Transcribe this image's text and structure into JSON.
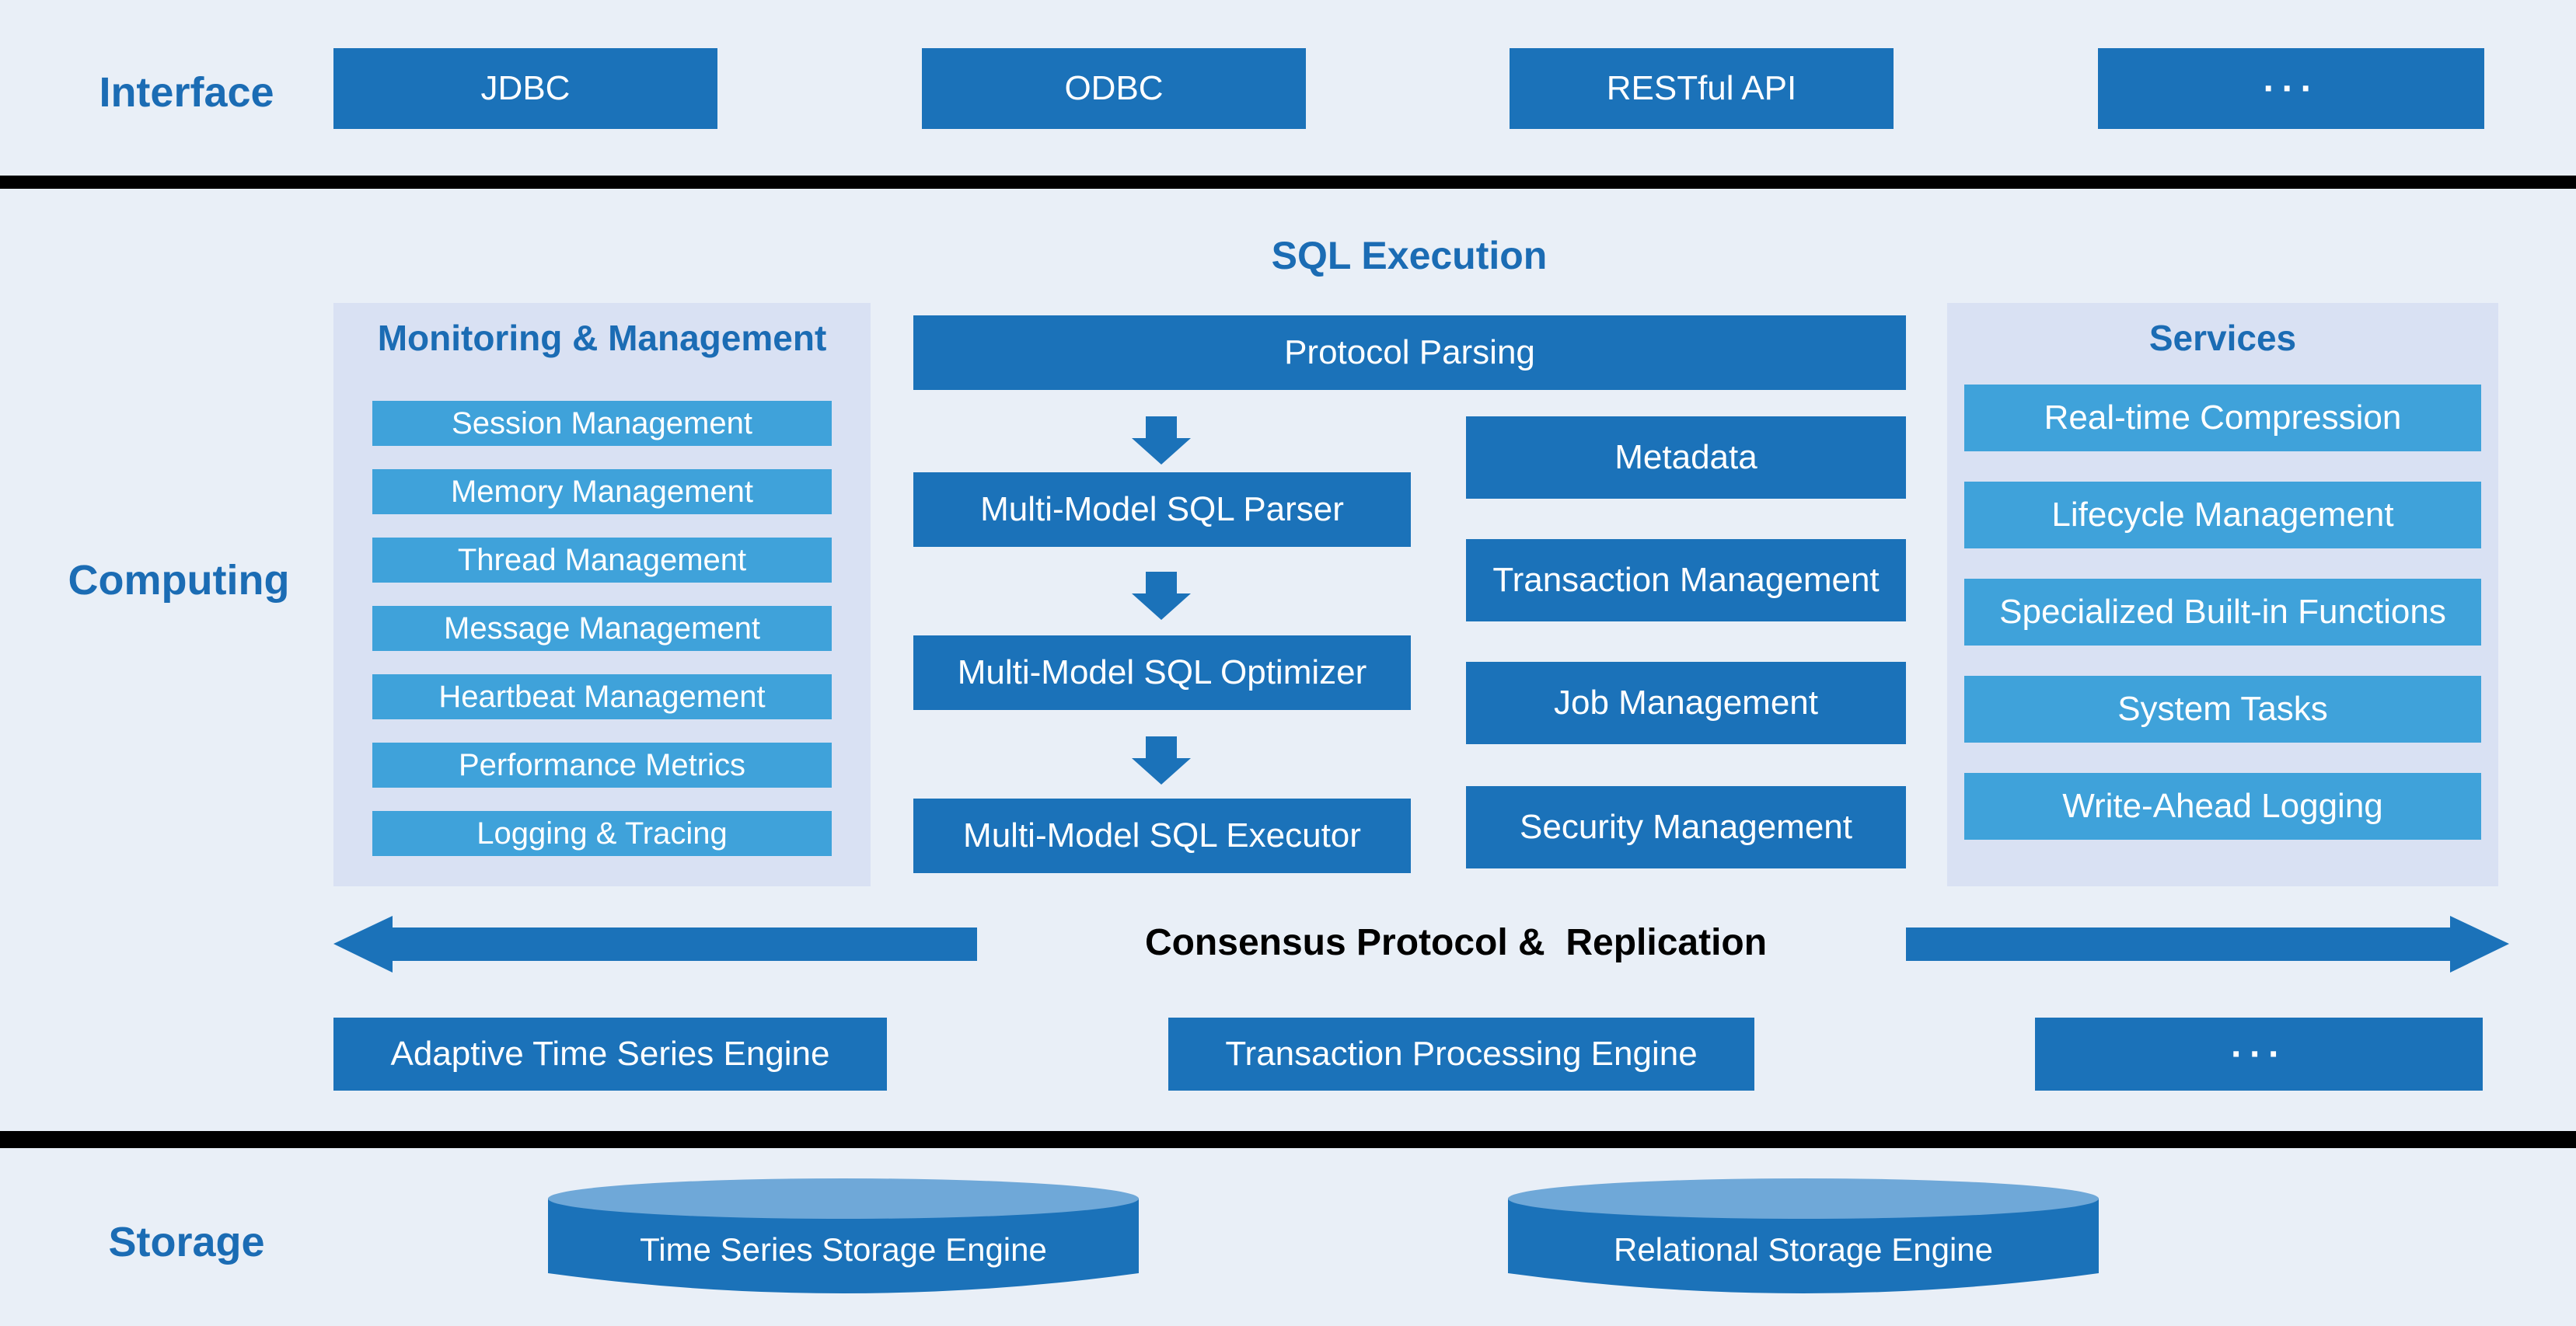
{
  "colors": {
    "background": "#e9eff7",
    "panel_background": "#d9e1f3",
    "dark_blue": "#1b72b9",
    "medium_blue": "#3fa2da",
    "heading_blue": "#1b6cb4",
    "divider_black": "#000000",
    "cylinder_top_blue": "#6fa8d8",
    "text_on_blue": "#ffffff",
    "consensus_text": "#000000"
  },
  "interface": {
    "label": "Interface",
    "boxes": [
      "JDBC",
      "ODBC",
      "RESTful API",
      "···"
    ]
  },
  "computing": {
    "label": "Computing",
    "sql_execution_title": "SQL Execution",
    "monitoring": {
      "title": "Monitoring & Management",
      "items": [
        "Session Management",
        "Memory Management",
        "Thread Management",
        "Message Management",
        "Heartbeat Management",
        "Performance Metrics",
        "Logging & Tracing"
      ]
    },
    "pipeline": [
      "Protocol Parsing",
      "Multi-Model SQL Parser",
      "Multi-Model SQL Optimizer",
      "Multi-Model SQL Executor"
    ],
    "management": [
      "Metadata",
      "Transaction Management",
      "Job Management",
      "Security Management"
    ],
    "services": {
      "title": "Services",
      "items": [
        "Real-time Compression",
        "Lifecycle Management",
        "Specialized Built-in Functions",
        "System Tasks",
        "Write-Ahead Logging"
      ]
    },
    "consensus_label": "Consensus Protocol &  Replication",
    "engines": [
      "Adaptive Time Series Engine",
      "Transaction Processing Engine",
      "···"
    ]
  },
  "storage": {
    "label": "Storage",
    "cylinders": [
      "Time Series Storage Engine",
      "Relational Storage Engine"
    ]
  }
}
